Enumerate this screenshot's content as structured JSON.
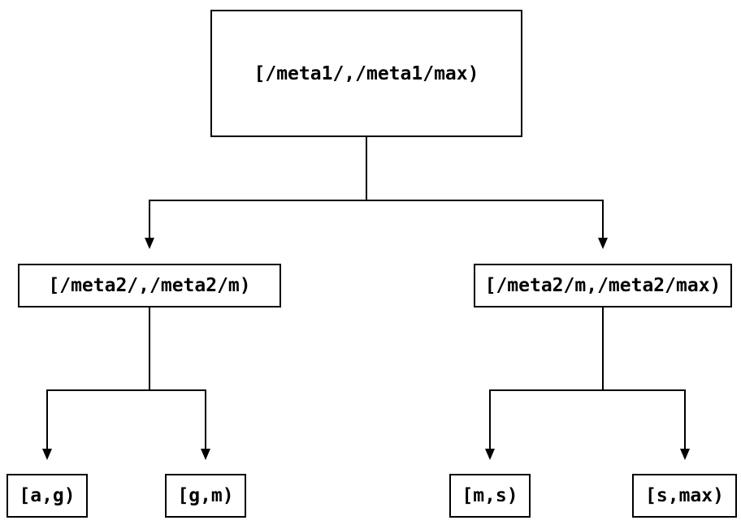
{
  "diagram": {
    "type": "tree",
    "background_color": "#ffffff",
    "line_color": "#000000",
    "text_color": "#000000",
    "nodes": {
      "root": {
        "label": "[/meta1/,/meta1/max)"
      },
      "meta2_left": {
        "label": "[/meta2/,/meta2/m)"
      },
      "meta2_right": {
        "label": "[/meta2/m,/meta2/max)"
      },
      "leaf_ag": {
        "label": "[a,g)"
      },
      "leaf_gm": {
        "label": "[g,m)"
      },
      "leaf_ms": {
        "label": "[m,s)"
      },
      "leaf_smax": {
        "label": "[s,max)"
      }
    },
    "edges": [
      {
        "from": "root",
        "to": "meta2_left"
      },
      {
        "from": "root",
        "to": "meta2_right"
      },
      {
        "from": "meta2_left",
        "to": "leaf_ag"
      },
      {
        "from": "meta2_left",
        "to": "leaf_gm"
      },
      {
        "from": "meta2_right",
        "to": "leaf_ms"
      },
      {
        "from": "meta2_right",
        "to": "leaf_smax"
      }
    ]
  }
}
